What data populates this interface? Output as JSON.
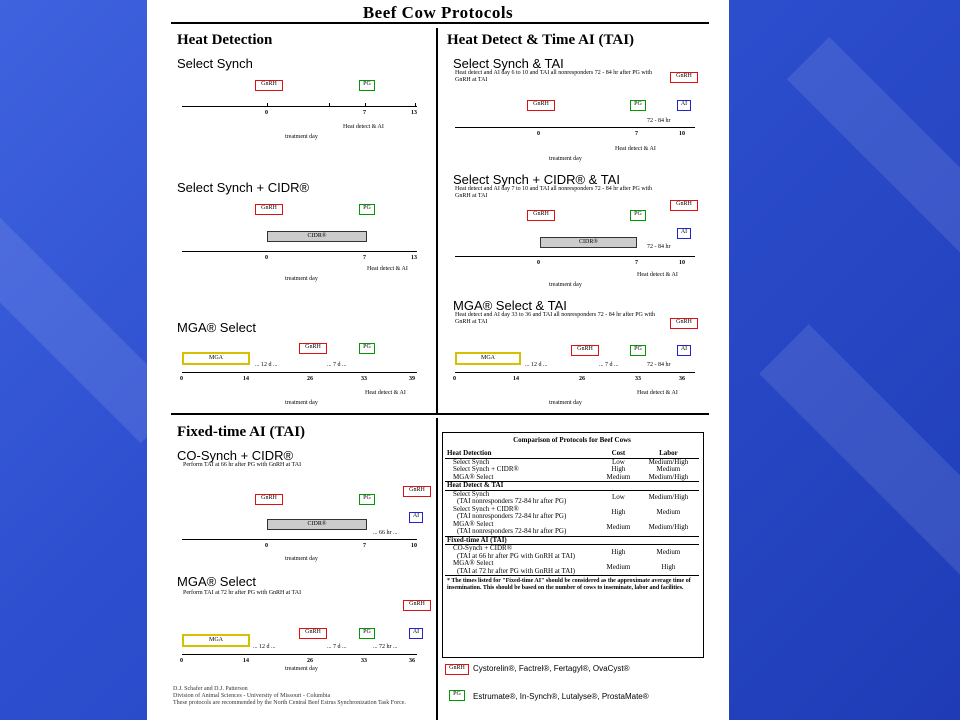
{
  "page_title": "Beef Cow Protocols",
  "sections": {
    "heat_detection": "Heat Detection",
    "heat_detect_tai": "Heat Detect & Time AI (TAI)",
    "fixed_time": "Fixed-time AI (TAI)"
  },
  "protocols": {
    "p1": {
      "name": "Select Synch",
      "days": [
        "0",
        "7",
        "13"
      ],
      "window": "Heat detect & AI"
    },
    "p2": {
      "name": "Select Synch + CIDR®",
      "days": [
        "0",
        "7",
        "13"
      ],
      "window": "Heat detect & AI"
    },
    "p3": {
      "name": "MGA® Select",
      "days": [
        "0",
        "14",
        "26",
        "33",
        "39"
      ],
      "window": "Heat detect & AI",
      "gap1": "... 12 d ...",
      "gap2": "... 7 d ..."
    },
    "p4": {
      "name": "Select Synch & TAI",
      "note": "Heat detect and AI day 6 to 10 and TAI all nonresponders 72 - 84 hr after PG with GnRH at TAI",
      "days": [
        "0",
        "7",
        "10"
      ],
      "window": "Heat detect & AI",
      "interval": "72 - 84 hr"
    },
    "p5": {
      "name": "Select Synch + CIDR® & TAI",
      "note": "Heat detect and AI day 7 to 10 and TAI all nonresponders 72 - 84 hr after PG with GnRH at TAI",
      "days": [
        "0",
        "7",
        "10"
      ],
      "window": "Heat detect & AI",
      "interval": "72 - 84 hr"
    },
    "p6": {
      "name": "MGA® Select & TAI",
      "note": "Heat detect and AI day 33 to 36 and TAI all nonresponders 72 - 84 hr after PG with GnRH at TAI",
      "days": [
        "0",
        "14",
        "26",
        "33",
        "36"
      ],
      "window": "Heat detect & AI",
      "gap1": "... 12 d ...",
      "gap2": "... 7 d ...",
      "interval": "72 - 84 hr"
    },
    "p7": {
      "name": "CO-Synch + CIDR®",
      "note": "Perform TAI at 66 hr after PG with GnRH at TAI",
      "days": [
        "0",
        "7",
        "10"
      ],
      "interval": "... 66 hr ..."
    },
    "p8": {
      "name": "MGA® Select",
      "note": "Perform TAI at 72 hr after PG with GnRH at TAI",
      "days": [
        "0",
        "14",
        "26",
        "33",
        "36"
      ],
      "gap1": "... 12 d ...",
      "gap2": "... 7 d ...",
      "interval": "... 72 hr ..."
    }
  },
  "labels": {
    "gnrh": "GnRH",
    "pg": "PG",
    "ai": "AI",
    "cidr": "CIDR®",
    "mga": "MGA",
    "treatment_day": "treatment day"
  },
  "comparison": {
    "title": "Comparison of Protocols for Beef Cows",
    "h1": "Heat Detection",
    "cost": "Cost",
    "labor": "Labor",
    "r1": [
      "Select Synch",
      "Low",
      "Medium/High"
    ],
    "r2": [
      "Select Synch + CIDR®",
      "High",
      "Medium"
    ],
    "r3": [
      "MGA® Select",
      "Medium",
      "Medium/High"
    ],
    "h2": "Heat Detect & TAI",
    "r4": [
      "Select Synch",
      "(TAI nonresponders 72-84 hr after PG)",
      "Low",
      "Medium/High"
    ],
    "r5": [
      "Select Synch + CIDR®",
      "(TAI nonresponders 72-84 hr after PG)",
      "High",
      "Medium"
    ],
    "r6": [
      "MGA® Select",
      "(TAI nonresponders 72-84 hr after PG)",
      "Medium",
      "Medium/High"
    ],
    "h3": "Fixed-time AI (TAI)",
    "r7": [
      "CO-Synch + CIDR®",
      "(TAI at 66 hr after PG with GnRH at TAI)",
      "High",
      "Medium"
    ],
    "r8": [
      "MGA® Select",
      "(TAI at 72 hr after PG with GnRH at TAI)",
      "Medium",
      "High"
    ],
    "footnote": "* The times listed for \"Fixed-time AI\" should be considered as the approximate average time of insemination. This should be based on the number of cows to inseminate, labor and facilities."
  },
  "legend": {
    "gnrh_products": "Cystorelin®, Factrel®, Fertagyl®, OvaCyst®",
    "pg_products": "Estrumate®, In-Synch®, Lutalyse®, ProstaMate®"
  },
  "credits": {
    "l1": "D.J. Schafer and D.J. Patterson",
    "l2": "Division of Animal Sciences - University of Missouri - Columbia",
    "l3": "These protocols are recommended by the North Central Beef Estrus Synchronization Task Force."
  },
  "colors": {
    "gnrh": "#dd1111",
    "pg": "#009900",
    "ai": "#2222cc",
    "mga": "#d8c000",
    "cidr": "#cccccc"
  }
}
